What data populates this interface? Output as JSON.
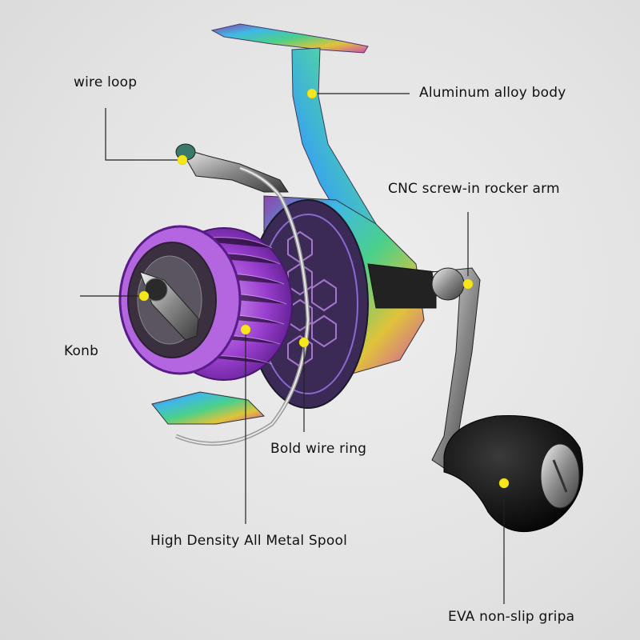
{
  "callouts": {
    "wire_loop": "wire loop",
    "aluminum_body": "Aluminum alloy body",
    "rocker_arm": "CNC screw-in rocker arm",
    "knob": "Konb",
    "wire_ring": "Bold wire ring",
    "spool": "High Density All Metal Spool",
    "grip": "EVA non-slip gripa"
  },
  "colors": {
    "background": "#e6e6e6",
    "dot": "#f5e61e",
    "leader_line": "#222222",
    "spool_purple": "#9b3fd0",
    "handle_knob": "#111111"
  }
}
